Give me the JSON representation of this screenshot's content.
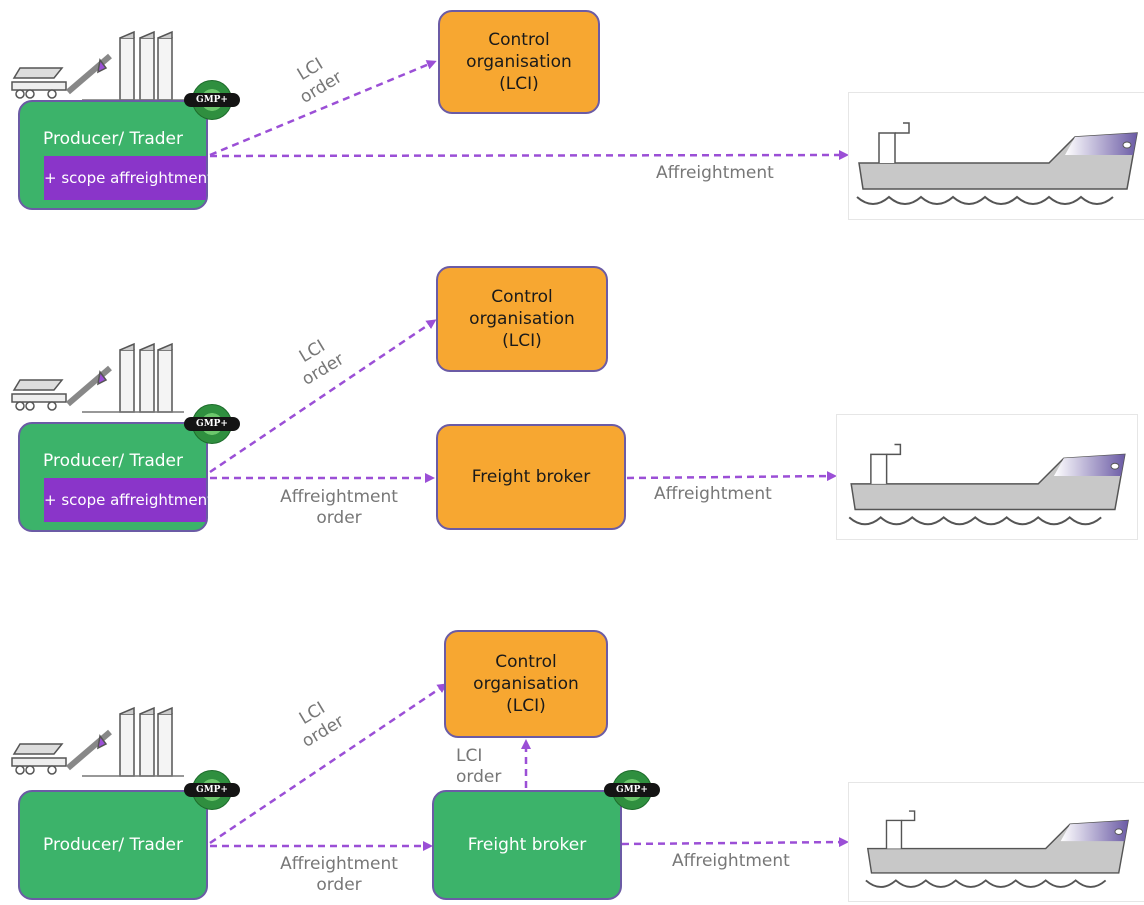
{
  "nodes": {
    "producer_trader": "Producer/ Trader",
    "scope_affreightment": "+ scope affreightment",
    "control_org_line1": "Control",
    "control_org_line2": "organisation",
    "control_org_line3": "(LCI)",
    "freight_broker": "Freight broker",
    "gmp_badge": "GMP+"
  },
  "edges": {
    "lci_line1": "LCI",
    "lci_line2": "order",
    "affreightment": "Affreightment",
    "affreightment_order_line1": "Affreightment",
    "affreightment_order_line2": "order"
  },
  "colors": {
    "green": "#3cb36a",
    "orange": "#f7a731",
    "purple_arrow": "#9b4fd6",
    "scope_purple": "#8a35c9"
  },
  "icons": [
    "transport-icons",
    "ship-icon",
    "gmp-badge-icon"
  ]
}
